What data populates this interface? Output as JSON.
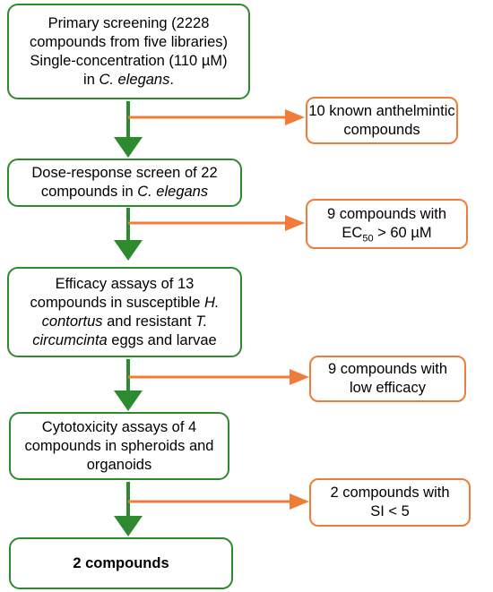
{
  "stages": [
    {
      "line1": "Primary screening (2228",
      "line2": "compounds from five libraries)",
      "line3a": "Single-concentration (110 µM)",
      "line4a": "in ",
      "line4b": "C. elegans",
      "line4c": "."
    },
    {
      "line1": "Dose-response screen of 22",
      "line2a": "compounds in ",
      "line2b": "C. elegans"
    },
    {
      "line1": "Efficacy assays of 13",
      "line2a": "compounds in susceptible ",
      "line2b": "H.",
      "line3a": "contortus",
      "line3b": " and resistant ",
      "line3c": "T.",
      "line4a": "circumcinta",
      "line4b": " eggs and larvae"
    },
    {
      "line1": "Cytotoxicity assays of 4",
      "line2": "compounds in spheroids and",
      "line3": "organoids"
    }
  ],
  "final": {
    "label": "2 compounds"
  },
  "excluded": [
    {
      "line1": "10 known anthelmintic",
      "line2": "compounds"
    },
    {
      "line1": "9 compounds with",
      "line2a": "EC",
      "line2sub": "50",
      "line2b": " > 60 µM"
    },
    {
      "line1": "9 compounds with",
      "line2": "low efficacy"
    },
    {
      "line1": "2 compounds with",
      "line2": "SI < 5"
    }
  ],
  "colors": {
    "stage_border": "#2e8a2e",
    "excluded_border": "#f07c3a",
    "main_arrow": "#2e8a2e",
    "side_arrow": "#f07c3a"
  }
}
